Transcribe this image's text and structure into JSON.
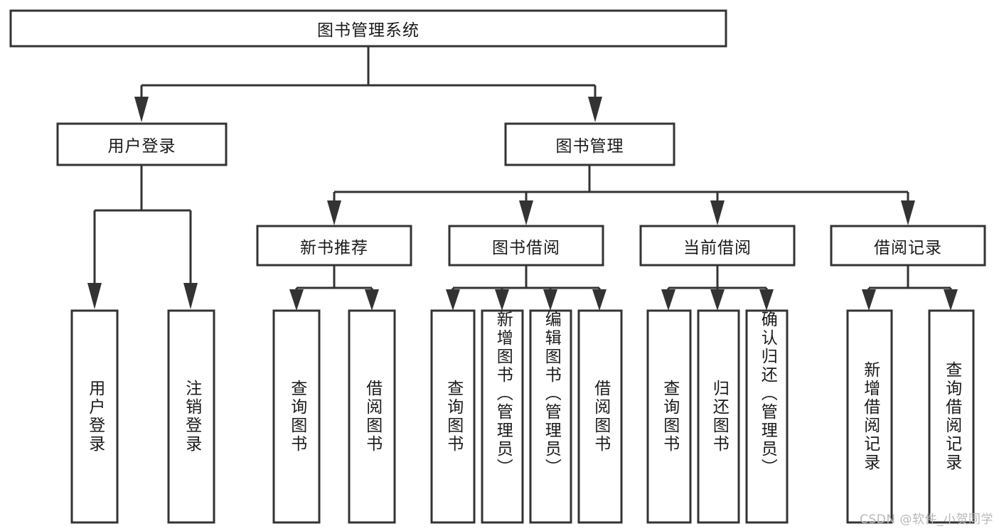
{
  "diagram": {
    "type": "hierarchy-tree",
    "orientation": "top-down",
    "background_color": "#ffffff",
    "line_color": "#333333",
    "box_fill": "#ffffff",
    "text_color": "#1a1a1a"
  },
  "root": {
    "label": "图书管理系统"
  },
  "level2": [
    {
      "label": "用户登录"
    },
    {
      "label": "图书管理"
    }
  ],
  "level3": [
    {
      "label": "新书推荐"
    },
    {
      "label": "图书借阅"
    },
    {
      "label": "当前借阅"
    },
    {
      "label": "借阅记录"
    }
  ],
  "leaves": {
    "user_login": [
      {
        "label": "用户登录"
      },
      {
        "label": "注销登录"
      }
    ],
    "new_book_recommend": [
      {
        "label": "查询图书"
      },
      {
        "label": "借阅图书"
      }
    ],
    "book_borrow": [
      {
        "label": "查询图书"
      },
      {
        "label": "新增图书（管理员）"
      },
      {
        "label": "编辑图书（管理员）"
      },
      {
        "label": "借阅图书"
      }
    ],
    "current_borrow": [
      {
        "label": "查询图书"
      },
      {
        "label": "归还图书"
      },
      {
        "label": "确认归还（管理员）"
      }
    ],
    "borrow_record": [
      {
        "label": "新增借阅记录"
      },
      {
        "label": "查询借阅记录"
      }
    ]
  },
  "watermark": {
    "text": "CSDN @软件_小贺同学"
  }
}
